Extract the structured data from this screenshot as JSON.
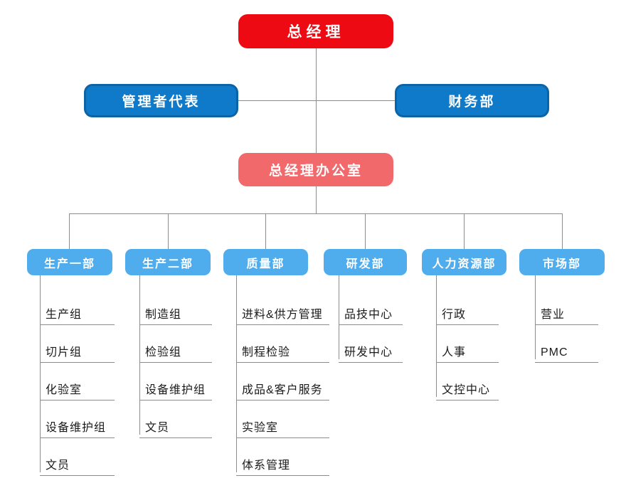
{
  "org": {
    "root": {
      "label": "总经理"
    },
    "level2": [
      {
        "label": "管理者代表"
      },
      {
        "label": "财务部"
      }
    ],
    "office": {
      "label": "总经理办公室"
    },
    "departments": [
      {
        "label": "生产一部",
        "children": [
          "生产组",
          "切片组",
          "化验室",
          "设备维护组",
          "文员"
        ]
      },
      {
        "label": "生产二部",
        "children": [
          "制造组",
          "检验组",
          "设备维护组",
          "文员"
        ]
      },
      {
        "label": "质量部",
        "children": [
          "进料&供方管理",
          "制程检验",
          "成品&客户服务",
          "实验室",
          "体系管理"
        ]
      },
      {
        "label": "研发部",
        "children": [
          "品技中心",
          "研发中心"
        ]
      },
      {
        "label": "人力资源部",
        "children": [
          "行政",
          "人事",
          "文控中心"
        ]
      },
      {
        "label": "市场部",
        "children": [
          "营业",
          "PMC"
        ]
      }
    ],
    "colors": {
      "root_bg": "#ee0a12",
      "level2_bg": "#0e7ac9",
      "level2_border": "#0b63a8",
      "office_bg": "#f2696c",
      "dept_bg": "#4fadee",
      "box_text": "#ffffff",
      "line": "#8c8c8c",
      "item_text": "#1b1b1b"
    }
  }
}
